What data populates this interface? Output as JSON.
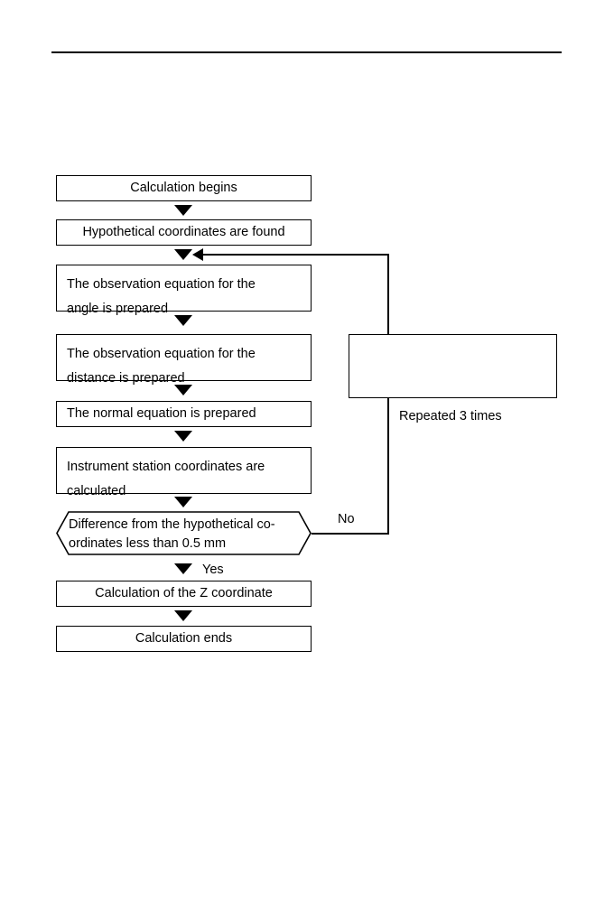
{
  "page": {
    "background_color": "#ffffff",
    "ink_color": "#000000",
    "header_rule": true
  },
  "flowchart": {
    "title": "",
    "type": "flowchart",
    "nodes": [
      {
        "id": "start",
        "shape": "rectangle",
        "align": "center",
        "lines": [
          "Calculation begins"
        ]
      },
      {
        "id": "hypothetical",
        "shape": "rectangle",
        "align": "center",
        "lines": [
          "Hypothetical coordinates are found"
        ]
      },
      {
        "id": "angle-eq",
        "shape": "rectangle",
        "align": "left",
        "lines": [
          "The observation equation for the",
          "angle is prepared"
        ]
      },
      {
        "id": "distance-eq",
        "shape": "rectangle",
        "align": "left",
        "lines": [
          "The observation equation for the",
          "distance is prepared"
        ]
      },
      {
        "id": "normal-eq",
        "shape": "rectangle",
        "align": "left",
        "lines": [
          "The normal equation is prepared"
        ]
      },
      {
        "id": "instrument-station",
        "shape": "rectangle",
        "align": "left",
        "lines": [
          "Instrument station coordinates are",
          "calculated"
        ]
      },
      {
        "id": "difference-check",
        "shape": "hexagon",
        "align": "left",
        "lines": [
          "Difference from the hypothetical co-",
          "ordinates less than 0.5 mm"
        ]
      },
      {
        "id": "z-coordinate",
        "shape": "rectangle",
        "align": "center",
        "lines": [
          "Calculation of the Z coordinate"
        ]
      },
      {
        "id": "end",
        "shape": "rectangle",
        "align": "center",
        "lines": [
          "Calculation ends"
        ]
      },
      {
        "id": "annotation-box",
        "shape": "rectangle",
        "align": "center",
        "lines": [
          ""
        ]
      }
    ],
    "edge_labels": {
      "no": "No",
      "yes": "Yes",
      "loop": "Repeated 3 times"
    }
  }
}
